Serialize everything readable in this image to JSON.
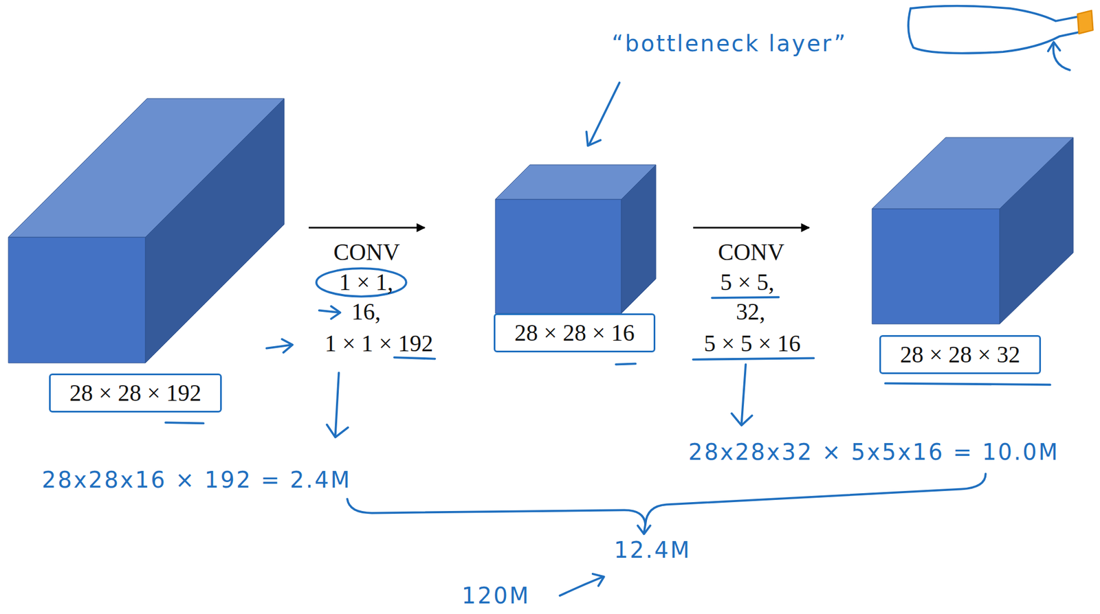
{
  "diagram": {
    "nodes": [
      {
        "text": [
          "28 × 28 × 192"
        ]
      },
      {
        "text": [
          "28 × 28 × 16"
        ]
      },
      {
        "text": [
          "28 × 28 × 32"
        ]
      }
    ],
    "edges": [
      {
        "from": 0,
        "to": 1,
        "arrow": "to",
        "label": "CONV"
      },
      {
        "from": 1,
        "to": 2,
        "arrow": "to",
        "label": "CONV"
      }
    ],
    "labels": [
      "“bottleneck layer”",
      "1 × 1,",
      "16,",
      "1 × 1 × 192",
      "5 × 5,",
      "32,",
      "5 × 5 × 16",
      "28x28x16 × 192 = 2.4M",
      "28x28x32 × 5x5x16 = 10.0M",
      "12.4M",
      "120M"
    ]
  }
}
